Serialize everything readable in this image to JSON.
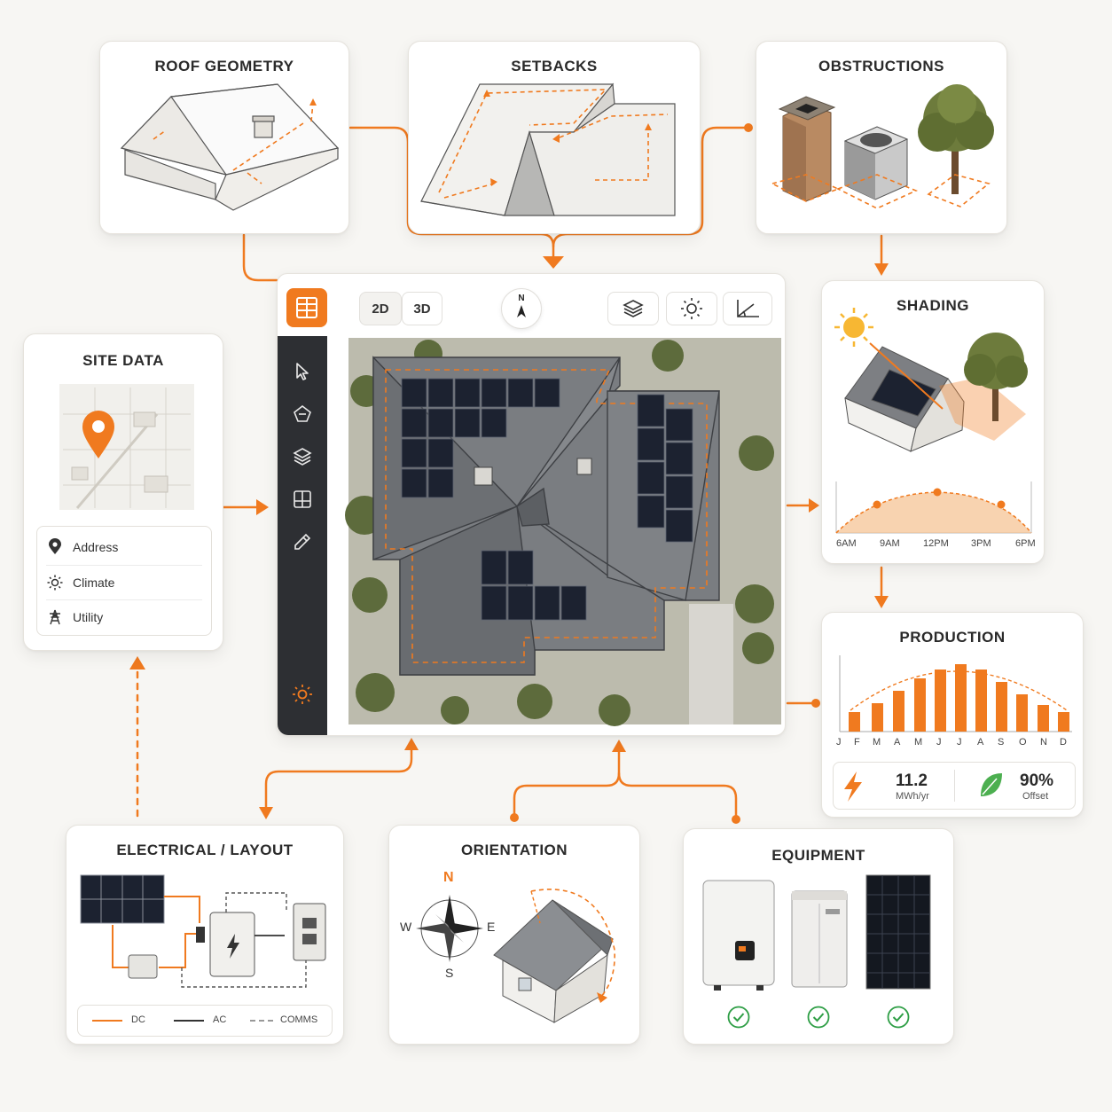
{
  "colors": {
    "accent": "#f07a1f",
    "dark_sidebar": "#2d2f33",
    "check_green": "#2e9e45",
    "roof_gray": "#6f7276",
    "panel_dark": "#1c2230"
  },
  "cards": {
    "roof_geometry": {
      "title": "ROOF GEOMETRY"
    },
    "setbacks": {
      "title": "SETBACKS"
    },
    "obstructions": {
      "title": "OBSTRUCTIONS"
    },
    "site_data": {
      "title": "SITE DATA",
      "items": [
        {
          "label": "Address",
          "icon": "location-pin-icon"
        },
        {
          "label": "Climate",
          "icon": "sun-icon"
        },
        {
          "label": "Utility",
          "icon": "power-tower-icon"
        }
      ]
    },
    "shading": {
      "title": "SHADING",
      "time_labels": [
        "6AM",
        "9AM",
        "12PM",
        "3PM",
        "6PM"
      ]
    },
    "production": {
      "title": "PRODUCTION",
      "month_labels": [
        "J",
        "F",
        "M",
        "A",
        "M",
        "J",
        "J",
        "A",
        "S",
        "O",
        "N",
        "D"
      ],
      "stats": [
        {
          "value": "11.2",
          "unit": "MWh/yr",
          "icon": "lightning-icon"
        },
        {
          "value": "90%",
          "unit": "Offset",
          "icon": "leaf-icon"
        }
      ]
    },
    "electrical_layout": {
      "title": "ELECTRICAL / LAYOUT",
      "legend": [
        {
          "label": "DC",
          "style": "solid-orange"
        },
        {
          "label": "AC",
          "style": "solid-dark"
        },
        {
          "label": "COMMS",
          "style": "dashed-gray"
        }
      ]
    },
    "orientation": {
      "title": "ORIENTATION",
      "compass": {
        "n": "N",
        "e": "E",
        "s": "S",
        "w": "W"
      }
    },
    "equipment": {
      "title": "EQUIPMENT",
      "items": [
        {
          "name": "inverter",
          "status": "check"
        },
        {
          "name": "battery",
          "status": "check"
        },
        {
          "name": "solar-panel",
          "status": "check"
        }
      ]
    }
  },
  "app": {
    "toolbar": {
      "view_2d": "2D",
      "view_3d": "3D",
      "north_label": "N"
    },
    "sidebar_tools": [
      "select-icon",
      "roof-face-icon",
      "layers-icon",
      "panel-layout-icon",
      "ruler-pencil-icon",
      "sun-icon"
    ]
  }
}
